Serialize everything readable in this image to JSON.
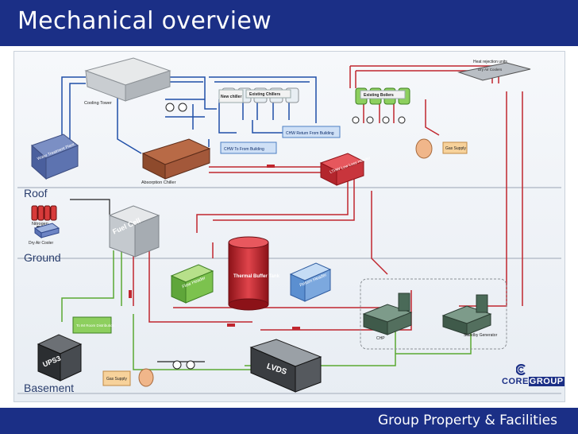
{
  "slide": {
    "title": "Mechanical overview",
    "footer": "Group Property & Facilities"
  },
  "zones": {
    "roof": "Roof",
    "ground": "Ground",
    "basement": "Basement"
  },
  "labels": {
    "cooling_tower": "Cooling Tower",
    "water_treatment": "Water Treatment Plant",
    "new_chiller": "New chiller",
    "existing_chillers": "Existing Chillers",
    "existing_boilers": "Existing Boilers",
    "heat_rejection": "Heat rejection units",
    "dry_air_coolers": "Dry Air Coolers",
    "chw_return": "CHW Return From Building",
    "chw_to": "CHW To From Building",
    "gas_supply_roof": "Gas Supply",
    "absorption_chiller": "Absorption Chiller",
    "lthw_header": "LTHW Low Loss Header",
    "nitrogen": "Nitrogen",
    "dry_air_cooler": "Dry Air Cooler",
    "fuel_cell": "Fuel Cell",
    "thermal_buffer_tank": "Thermal Buffer Tank",
    "flow_header": "Flow Header",
    "return_header": "Return Header",
    "to_im_room": "To IM Room Distribution",
    "chp": "CHP",
    "standby_generator": "Standby Generator",
    "ups": "UPS3",
    "lvds": "LVDS",
    "gas_supply_basement": "Gas Supply"
  },
  "logo": {
    "text_a": "CORE",
    "text_b": "GROUP"
  },
  "colors": {
    "brand": "#1b2f86",
    "chw_pipe": "#1f4fa8",
    "lthw_pipe": "#c0262e",
    "power_line": "#5aa832",
    "signal_line": "#222222"
  }
}
